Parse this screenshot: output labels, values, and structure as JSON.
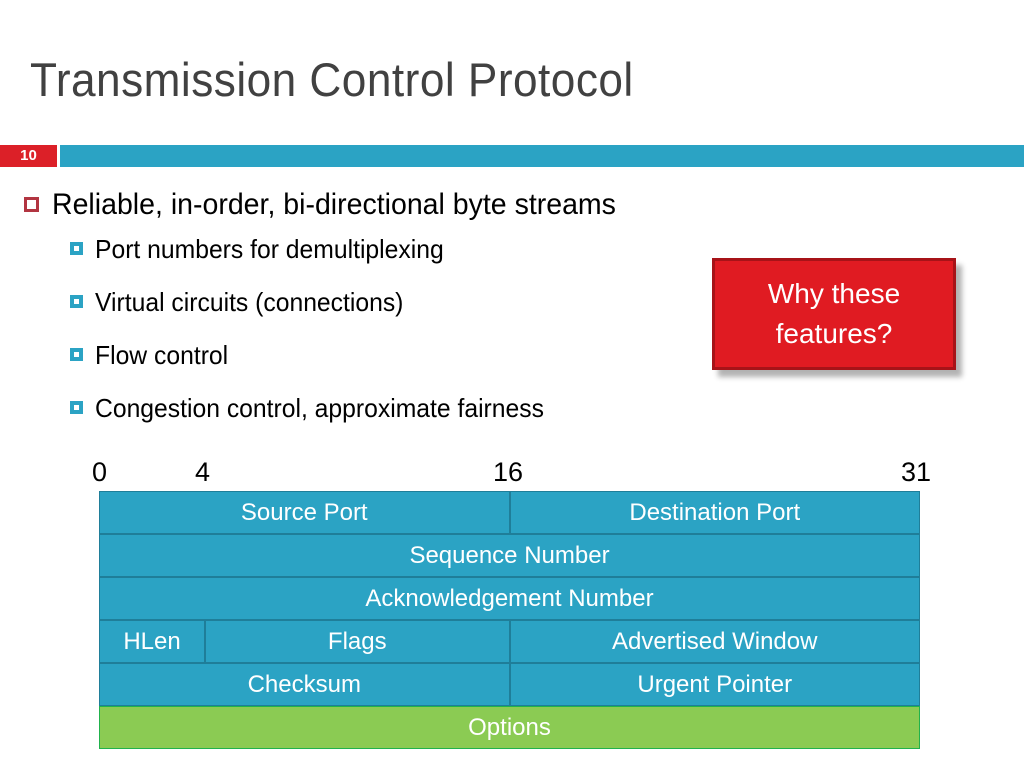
{
  "slide": {
    "title": "Transmission Control Protocol",
    "number": "10",
    "accent_teal": "#2ba3c4",
    "accent_red": "#dc2028",
    "accent_green": "#8bcb53",
    "title_color": "#414141"
  },
  "bullets": {
    "level1": [
      {
        "text": "Reliable, in-order, bi-directional byte streams"
      }
    ],
    "level2": [
      {
        "text": "Port numbers for demultiplexing"
      },
      {
        "text": "Virtual circuits (connections)"
      },
      {
        "text": "Flow control"
      },
      {
        "text": "Congestion control, approximate fairness"
      }
    ]
  },
  "callout": {
    "line1": "Why these",
    "line2": "features?",
    "bg": "#e01b22",
    "border": "#a71318"
  },
  "bit_ruler": {
    "ticks": [
      "0",
      "4",
      "16",
      "31"
    ]
  },
  "tcp_header": {
    "rows": [
      {
        "cells": [
          {
            "label": "Source Port",
            "span": "half",
            "color": "teal"
          },
          {
            "label": "Destination Port",
            "span": "half",
            "color": "teal"
          }
        ]
      },
      {
        "cells": [
          {
            "label": "Sequence Number",
            "span": "full",
            "color": "teal"
          }
        ]
      },
      {
        "cells": [
          {
            "label": "Acknowledgement Number",
            "span": "full",
            "color": "teal"
          }
        ]
      },
      {
        "cells": [
          {
            "label": "HLen",
            "span": "hlen",
            "color": "teal"
          },
          {
            "label": "Flags",
            "span": "flags",
            "color": "teal"
          },
          {
            "label": "Advertised Window",
            "span": "half",
            "color": "teal"
          }
        ]
      },
      {
        "cells": [
          {
            "label": "Checksum",
            "span": "half",
            "color": "teal"
          },
          {
            "label": "Urgent Pointer",
            "span": "half",
            "color": "teal"
          }
        ]
      },
      {
        "cells": [
          {
            "label": "Options",
            "span": "full",
            "color": "green"
          }
        ]
      }
    ]
  }
}
